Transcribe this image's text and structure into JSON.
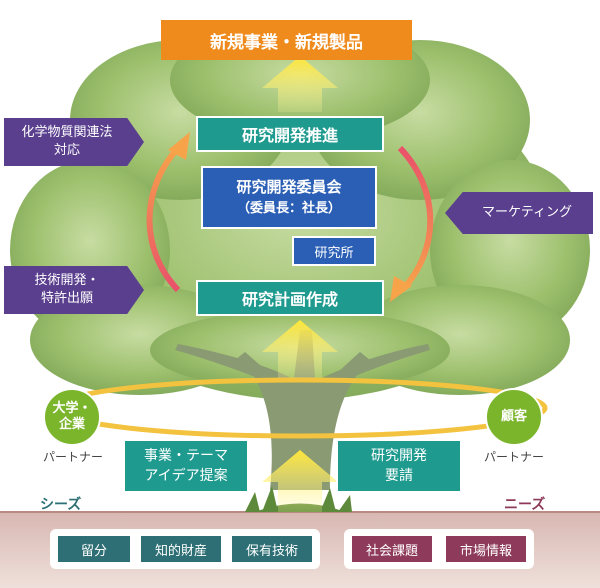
{
  "top": {
    "label": "新規事業・新規製品"
  },
  "center": {
    "promote": "研究開発推進",
    "committee_line1": "研究開発委員会",
    "committee_line2": "（委員長：社長）",
    "lab": "研究所",
    "plan": "研究計画作成"
  },
  "left_tags": {
    "chem_line1": "化学物質関連法",
    "chem_line2": "対応",
    "tech_line1": "技術開発・",
    "tech_line2": "特許出願"
  },
  "right_tags": {
    "marketing": "マーケティング"
  },
  "partners": {
    "left_circle_line1": "大学・",
    "left_circle_line2": "企業",
    "left_caption": "パートナー",
    "right_circle": "顧客",
    "right_caption": "パートナー"
  },
  "trunk": {
    "left_line1": "事業・テーマ",
    "left_line2": "アイデア提案",
    "right_line1": "研究開発",
    "right_line2": "要請"
  },
  "ground": {
    "seeds_label": "シーズ",
    "needs_label": "ニーズ",
    "seeds_items": [
      "留分",
      "知的財産",
      "保有技術"
    ],
    "needs_items": [
      "社会課題",
      "市場情報"
    ]
  },
  "colors": {
    "teal": "#1e9a8f",
    "blue": "#2a5fb5",
    "orange": "#ef8a1c",
    "purple": "#5a3f8e",
    "green_circle": "#7bb52b",
    "maroon": "#8e3a5a",
    "dark_teal": "#2d6f74"
  }
}
